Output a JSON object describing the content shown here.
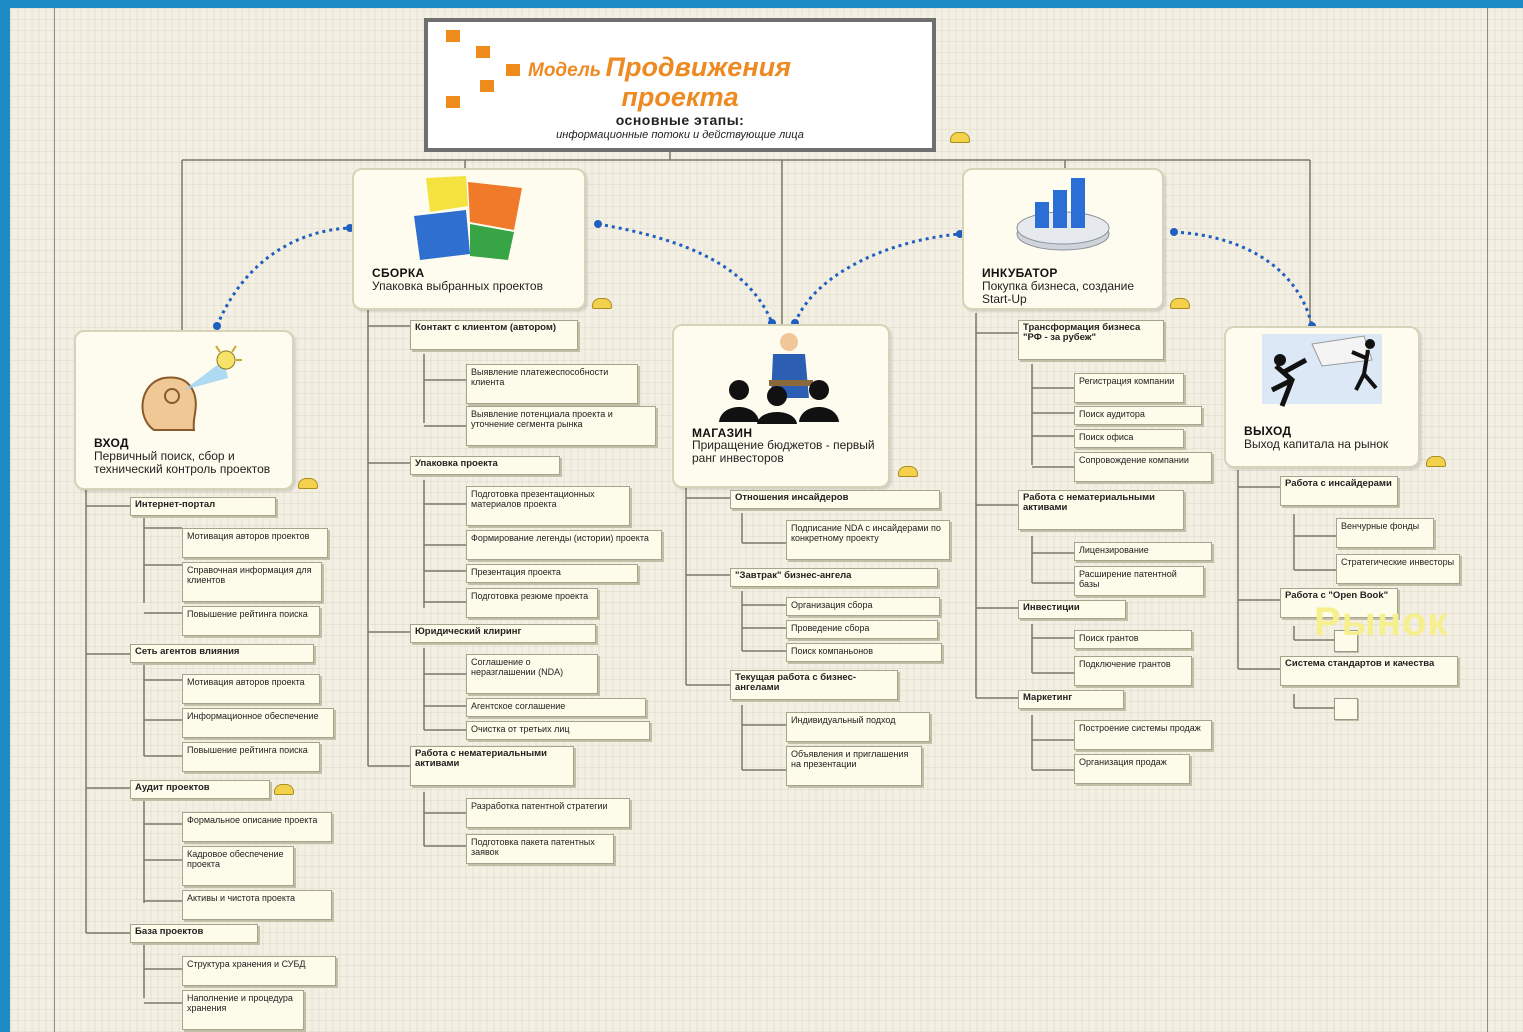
{
  "title": {
    "model": "Модель",
    "line1_rest": "Продвижения",
    "line2": "проекта",
    "subtitle": "основные этапы:",
    "subtitle2": "информационные потоки и действующие лица"
  },
  "stages": {
    "vhod": {
      "name": "ВХОД",
      "desc": "Первичный поиск, сбор и технический контроль проектов"
    },
    "sborka": {
      "name": "СБОРКА",
      "desc": "Упаковка выбранных проектов"
    },
    "magazin": {
      "name": "МАГАЗИН",
      "desc": "Приращение бюджетов - первый ранг инвесторов"
    },
    "inkubator": {
      "name": "ИНКУБАТОР",
      "desc": "Покупка бизнеса, создание Start-Up"
    },
    "vyhod": {
      "name": "ВЫХОД",
      "desc": "Выход капитала на рынок"
    }
  },
  "vhod_nodes": {
    "c1": "Интернет-портал",
    "c1a": "Мотивация авторов проектов",
    "c1b": "Справочная информация для клиентов",
    "c1c": "Повышение рейтинга поиска",
    "c2": "Сеть агентов влияния",
    "c2a": "Мотивация авторов проекта",
    "c2b": "Информационное обеспечение",
    "c2c": "Повышение рейтинга поиска",
    "c3": "Аудит проектов",
    "c3a": "Формальное описание проекта",
    "c3b": "Кадровое обеспечение проекта",
    "c3c": "Активы и чистота проекта",
    "c4": "База проектов",
    "c4a": "Структура хранения и СУБД",
    "c4b": "Наполнение и процедура хранения"
  },
  "sborka_nodes": {
    "c1": "Контакт с клиентом (автором)",
    "c1a": "Выявление платежеспособности клиента",
    "c1b": "Выявление потенциала проекта и уточнение сегмента рынка",
    "c2": "Упаковка проекта",
    "c2a": "Подготовка презентационных материалов проекта",
    "c2b": "Формирование легенды (истории) проекта",
    "c2c": "Презентация проекта",
    "c2d": "Подготовка резюме проекта",
    "c3": "Юридический клиринг",
    "c3a": "Соглашение о неразглашении (NDA)",
    "c3b": "Агентское соглашение",
    "c3c": "Очистка от третьих лиц",
    "c4": "Работа с нематериальными активами",
    "c4a": "Разработка патентной стратегии",
    "c4b": "Подготовка пакета патентных заявок"
  },
  "magazin_nodes": {
    "c1": "Отношения инсайдеров",
    "c1a": "Подписание NDA с инсайдерами по конкретному проекту",
    "c2": "\"Завтрак\" бизнес-ангела",
    "c2a": "Организация сбора",
    "c2b": "Проведение сбора",
    "c2c": "Поиск компаньонов",
    "c3": "Текущая работа с бизнес-ангелами",
    "c3a": "Индивидуальный подход",
    "c3b": "Объявления и приглашения на презентации"
  },
  "inkubator_nodes": {
    "c1": "Трансформация бизнеса \"РФ - за рубеж\"",
    "c1a": "Регистрация компании",
    "c1b": "Поиск аудитора",
    "c1c": "Поиск офиса",
    "c1d": "Сопровождение компании",
    "c2": "Работа с нематериальными активами",
    "c2a": "Лицензирование",
    "c2b": "Расширение патентной базы",
    "c3": "Инвестиции",
    "c3a": "Поиск грантов",
    "c3b": "Подключение грантов",
    "c4": "Маркетинг",
    "c4a": "Построение системы продаж",
    "c4b": "Организация продаж"
  },
  "vyhod_nodes": {
    "c1": "Работа с инсайдерами",
    "c1a": "Венчурные фонды",
    "c1b": "Стратегические инвесторы",
    "c2": "Работа с \"Open Book\"",
    "c3": "Система стандартов и качества"
  },
  "watermark": "Рынок",
  "colors": {
    "background": "#1d8bc6",
    "accent": "#ef8a1c",
    "arrow": "#1f5fbf"
  }
}
